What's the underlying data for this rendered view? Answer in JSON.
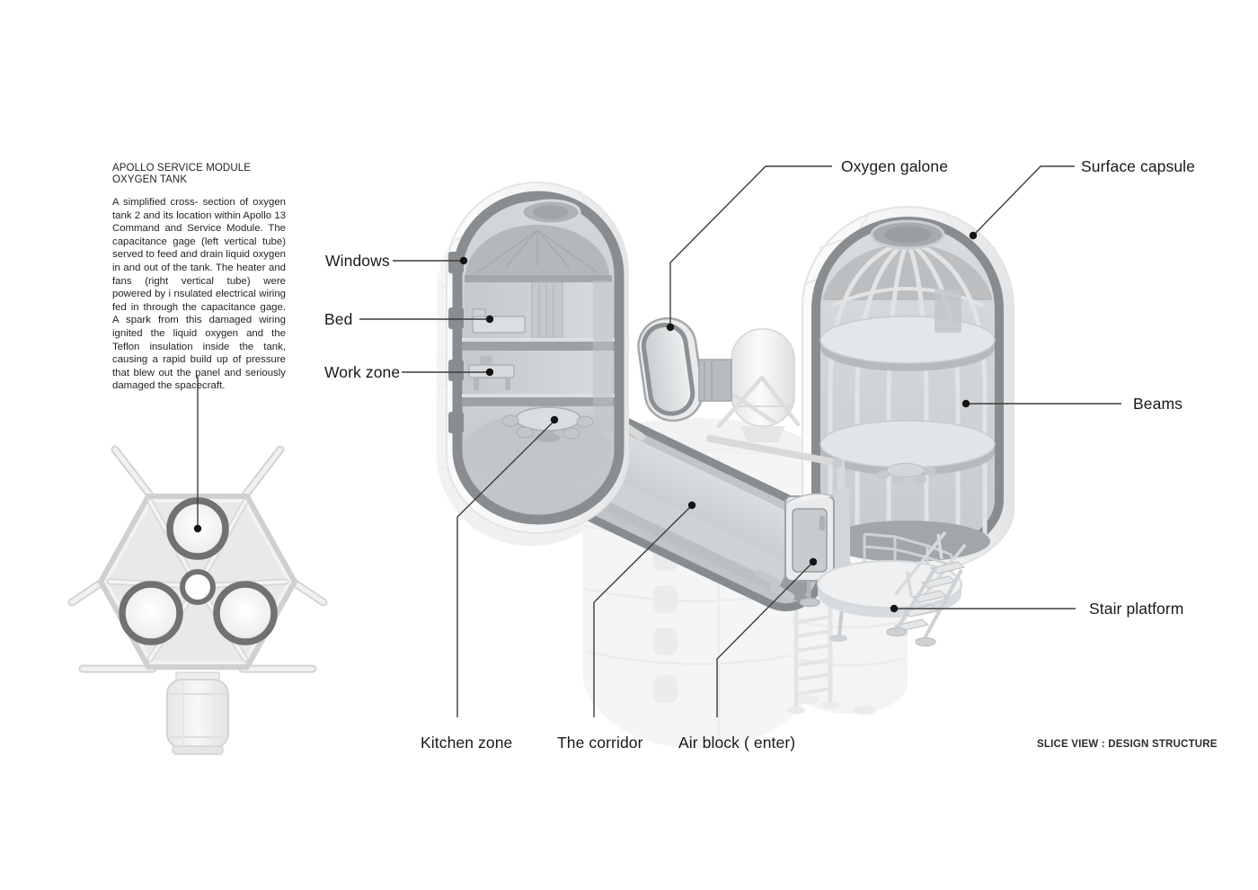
{
  "info_panel": {
    "title": "APOLLO SERVICE MODULE OXYGEN TANK",
    "body": "A  simplified  cross- section of oxygen tank 2 and its location within Apollo 13 Command  and  Service  Module.  The capacitance  gage   (left vertical tube) served to feed and drain  liquid oxygen in and out  of the tank.   The heater and fans (right vertical tube) were powered by i nsulated  electrical  wiring  fed  in through the capacitance gage.  A spark from this  damaged  wiring  ignited  the liquid oxygen and the Teflon insulation inside  the  tank,  causing  a rapid build up of pressure that blew  out the panel and seriously  damaged  the spacecraft."
  },
  "labels": {
    "windows": "Windows",
    "bed": "Bed",
    "work_zone": "Work zone",
    "kitchen_zone": "Kitchen zone",
    "the_corridor": "The corridor",
    "air_block": "Air block ( enter)",
    "oxygen_galone": "Oxygen galone",
    "surface_capsule": "Surface capsule",
    "beams": "Beams",
    "stair_platform": "Stair platform"
  },
  "caption": "SLICE VIEW : DESIGN STRUCTURE",
  "palette": {
    "background": "#ffffff",
    "ink": "#191919",
    "leader_line": "#3c3c3c",
    "cut_rim": "#8a8d8f",
    "interior": "#c9cdd0",
    "shell": "#f0f1f2",
    "ghost": "#f4f5f6",
    "tank_ring": "#6f7172"
  }
}
